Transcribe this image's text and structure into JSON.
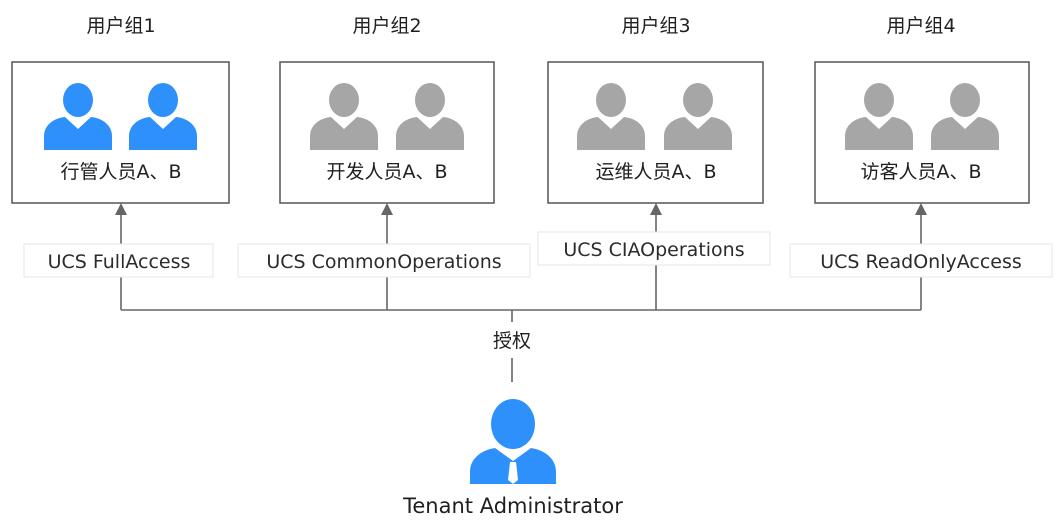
{
  "colors": {
    "highlight_person": "#2e90fa",
    "default_person": "#a6a6a6",
    "admin_person": "#2e90fa"
  },
  "groups": [
    {
      "title": "用户组1",
      "members": "行管人员A、B",
      "policy": "UCS FullAccess",
      "icon": "user-pair-icon",
      "highlighted": true
    },
    {
      "title": "用户组2",
      "members": "开发人员A、B",
      "policy": "UCS CommonOperations",
      "icon": "user-pair-icon",
      "highlighted": false
    },
    {
      "title": "用户组3",
      "members": "运维人员A、B",
      "policy": "UCS CIAOperations",
      "icon": "user-pair-icon",
      "highlighted": false
    },
    {
      "title": "用户组4",
      "members": "访客人员A、B",
      "policy": "UCS ReadOnlyAccess",
      "icon": "user-pair-icon",
      "highlighted": false
    }
  ],
  "grant_label": "授权",
  "admin": {
    "label": "Tenant Administrator",
    "icon": "administrator-icon"
  }
}
